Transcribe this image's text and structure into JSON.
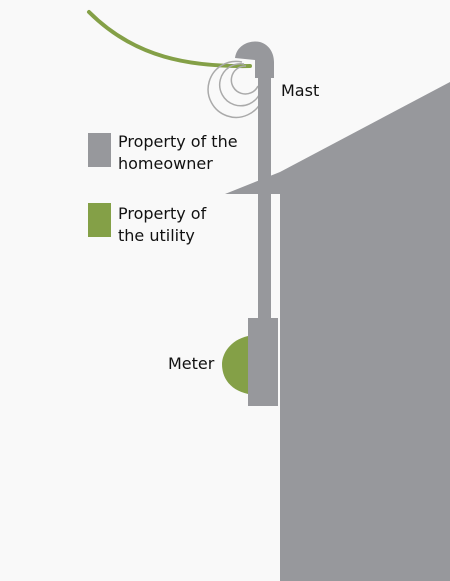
{
  "labels": {
    "mast": "Mast",
    "meter": "Meter"
  },
  "legend": [
    {
      "line1": "Property of the",
      "line2": "homeowner",
      "color": "#97989c"
    },
    {
      "line1": "Property of",
      "line2": "the utility",
      "color": "#84a047"
    }
  ],
  "colors": {
    "house": "#97989c",
    "utility": "#84a047",
    "background": "#f9f9f9"
  }
}
